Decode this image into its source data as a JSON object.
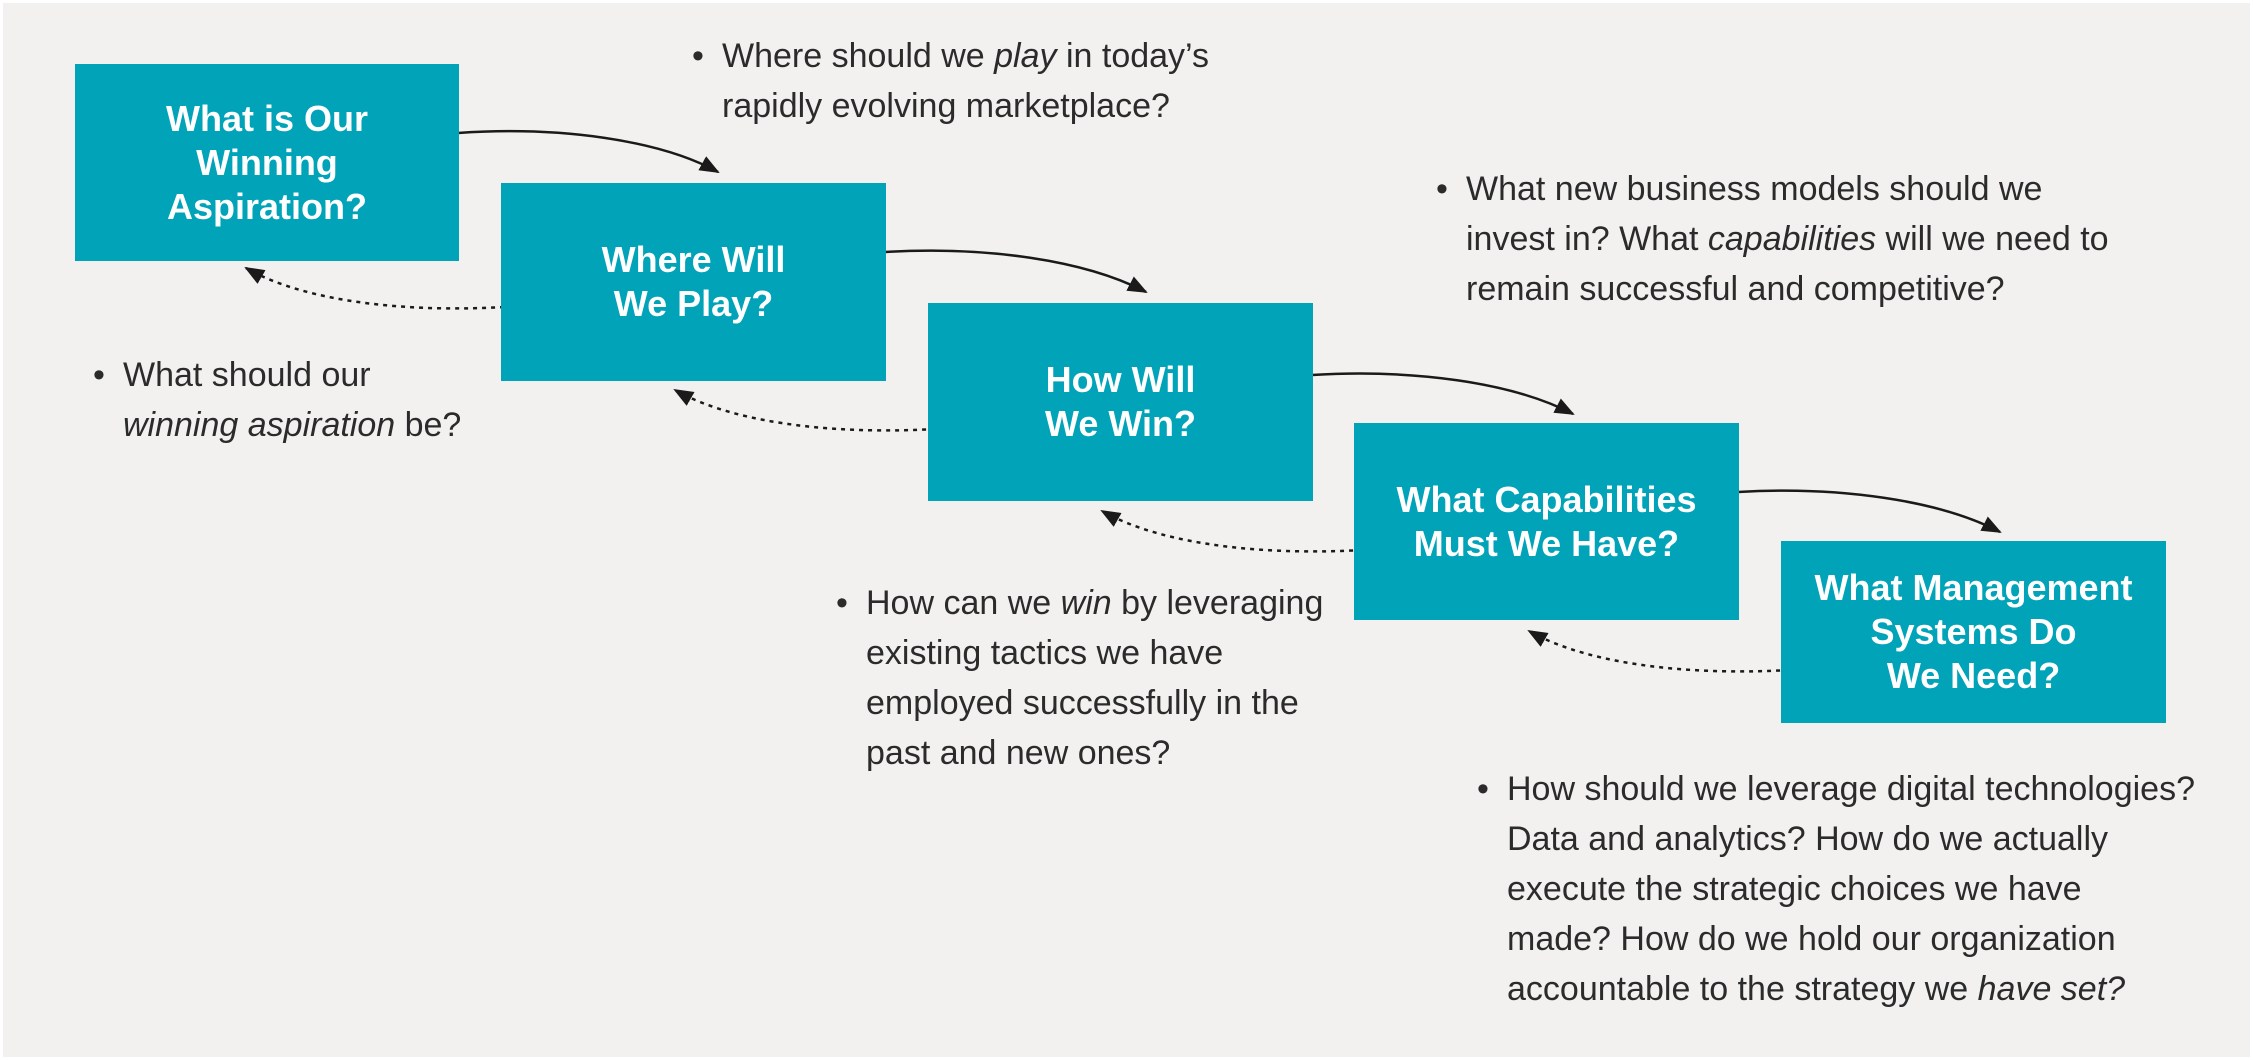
{
  "colors": {
    "box_fill": "#00a3b8",
    "box_text": "#ffffff",
    "background": "#f2f1f0",
    "note_text": "#2b2b2b",
    "arrow": "#1a1a1a"
  },
  "steps": [
    {
      "label": "What is Our\nWinning\nAspiration?"
    },
    {
      "label": "Where Will\nWe Play?"
    },
    {
      "label": "How Will\nWe Win?"
    },
    {
      "label": "What Capabilities\nMust We Have?"
    },
    {
      "label": "What Management\nSystems Do\nWe Need?"
    }
  ],
  "notes": {
    "aspiration": {
      "bullet": "•",
      "text_a": "What should our",
      "text_b_italic": "winning aspiration",
      "text_c": " be?"
    },
    "play": {
      "bullet": "•",
      "text_a": "Where should we ",
      "text_b_italic": "play",
      "text_c": " in today’s",
      "text_d": "rapidly evolving marketplace?"
    },
    "win": {
      "bullet": "•",
      "text_a": "How can we ",
      "text_b_italic": "win",
      "text_c": " by leveraging",
      "text_d": "existing tactics we have",
      "text_e": "employed successfully in the",
      "text_f": "past and new ones?"
    },
    "capabilities": {
      "bullet": "•",
      "text_a": "What new business models should we",
      "text_b": "invest in? What ",
      "text_c_italic": "capabilities",
      "text_d": " will we need to",
      "text_e": "remain successful and competitive?"
    },
    "management": {
      "bullet": "•",
      "text_a": "How should we leverage digital technologies?",
      "text_b": "Data and analytics? How do we actually",
      "text_c": "execute the strategic choices we have",
      "text_d": "made? How do we hold our organization",
      "text_e": "accountable to the strategy we ",
      "text_f_italic": "have set?"
    }
  }
}
